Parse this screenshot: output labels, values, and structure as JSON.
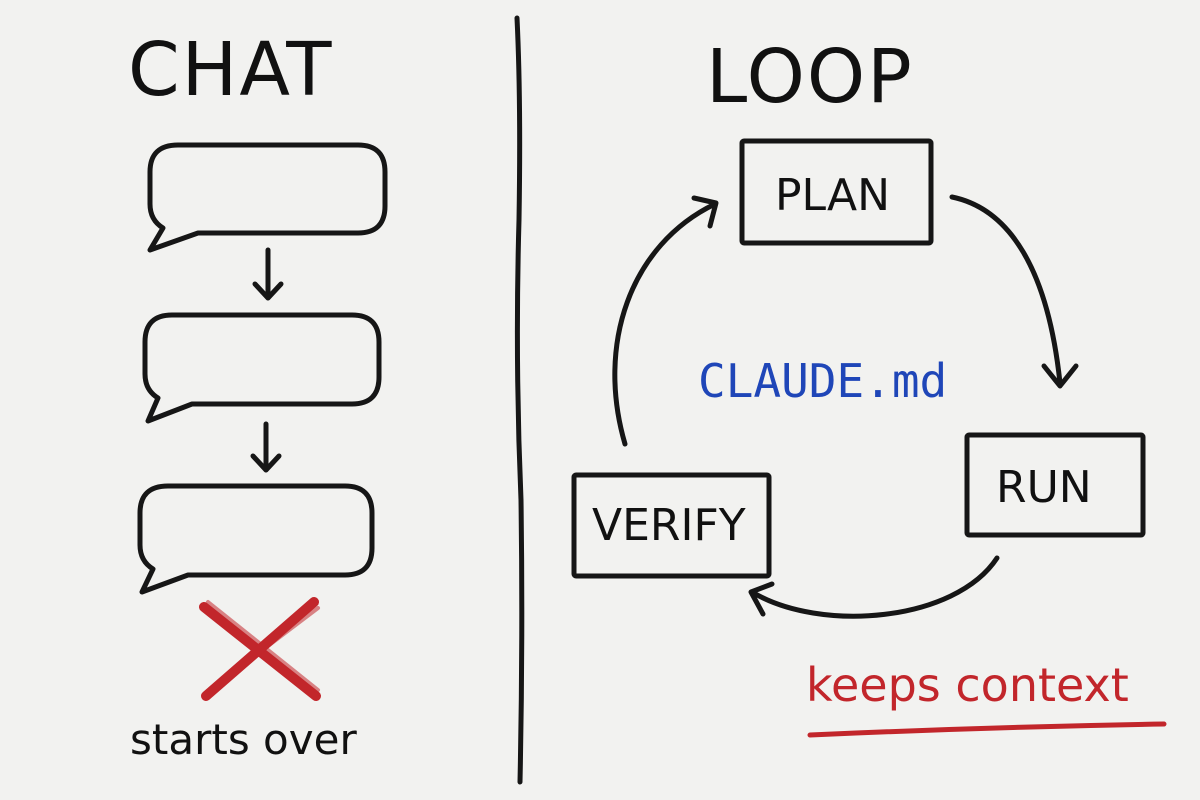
{
  "left_panel": {
    "title": "CHAT",
    "bubble_count": 3,
    "result_label": "starts over"
  },
  "right_panel": {
    "title": "LOOP",
    "steps": [
      "PLAN",
      "RUN",
      "VERIFY"
    ],
    "center_label": "CLAUDE.md",
    "note": "keeps context"
  },
  "colors": {
    "ink": "#161616",
    "red": "#c2262b",
    "blue": "#1f46b8",
    "paper": "#f2f2f0"
  }
}
